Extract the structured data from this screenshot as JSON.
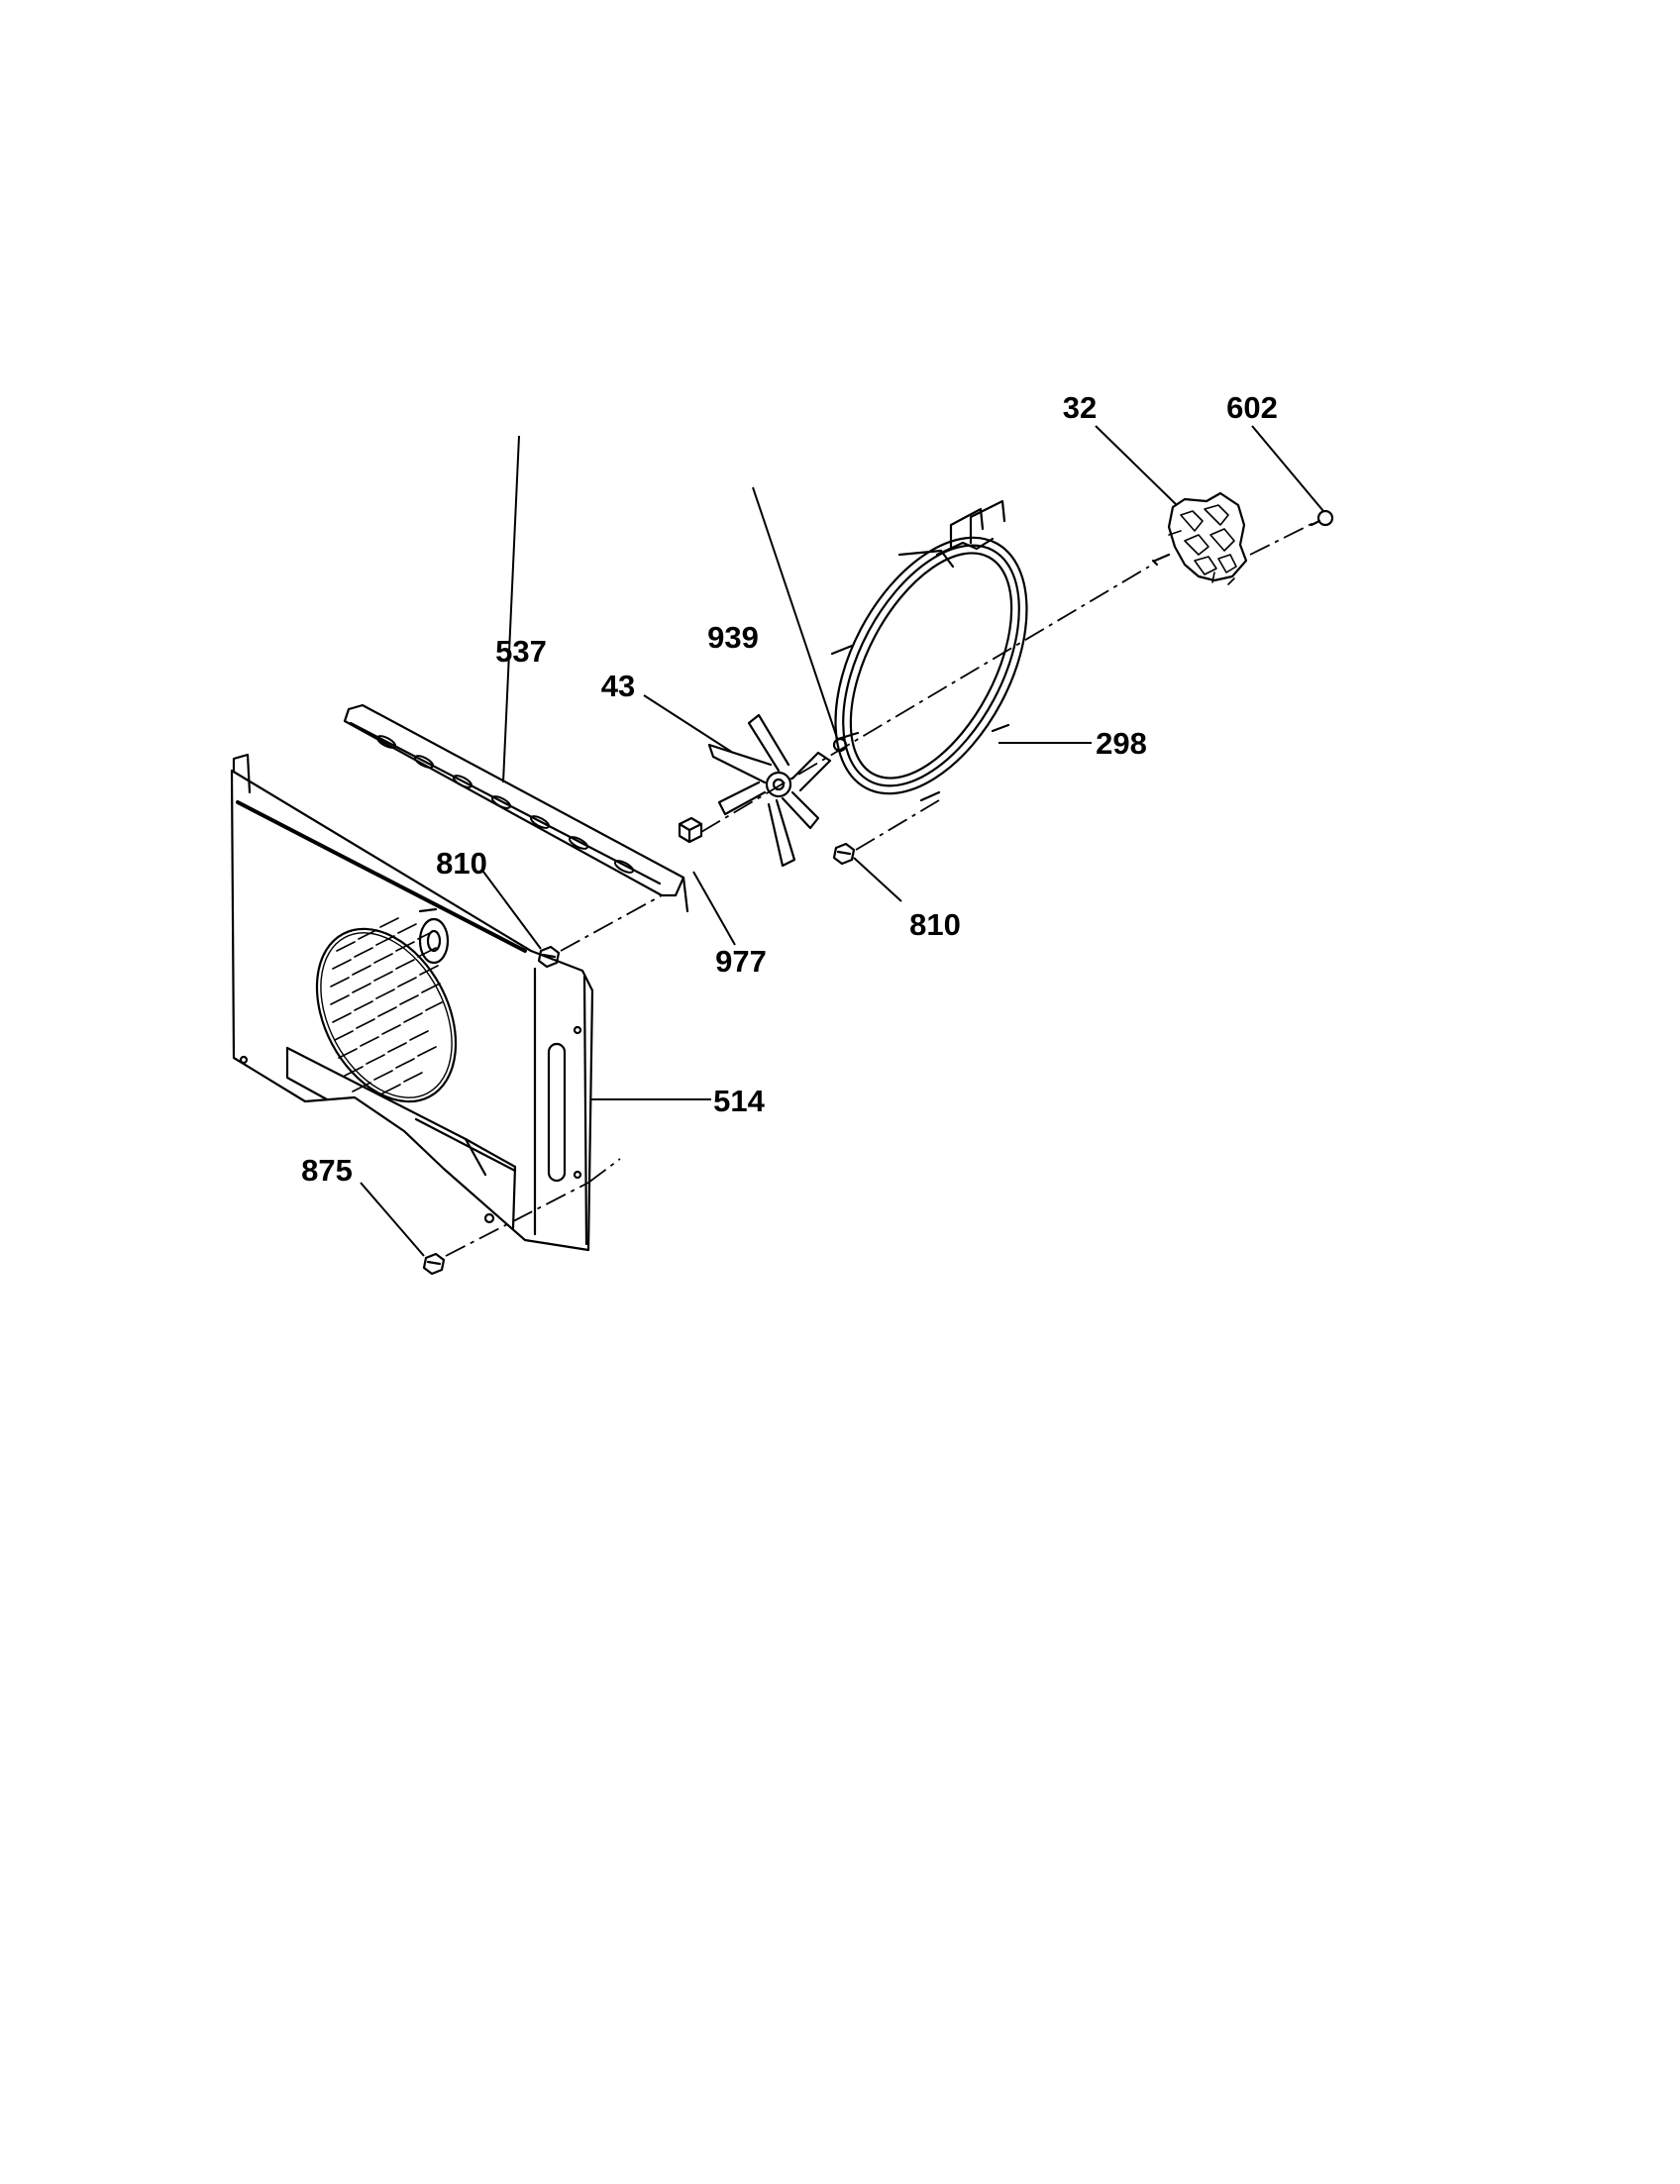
{
  "labels": {
    "cover_panel": "514",
    "bracket": "537",
    "fan_blade": "43",
    "blade_nut": "977",
    "washer": "939",
    "heating_element": "298",
    "fan_motor": "32",
    "motor_screw": "602",
    "bracket_screw": "810",
    "element_screw": "810",
    "panel_screw": "875"
  }
}
